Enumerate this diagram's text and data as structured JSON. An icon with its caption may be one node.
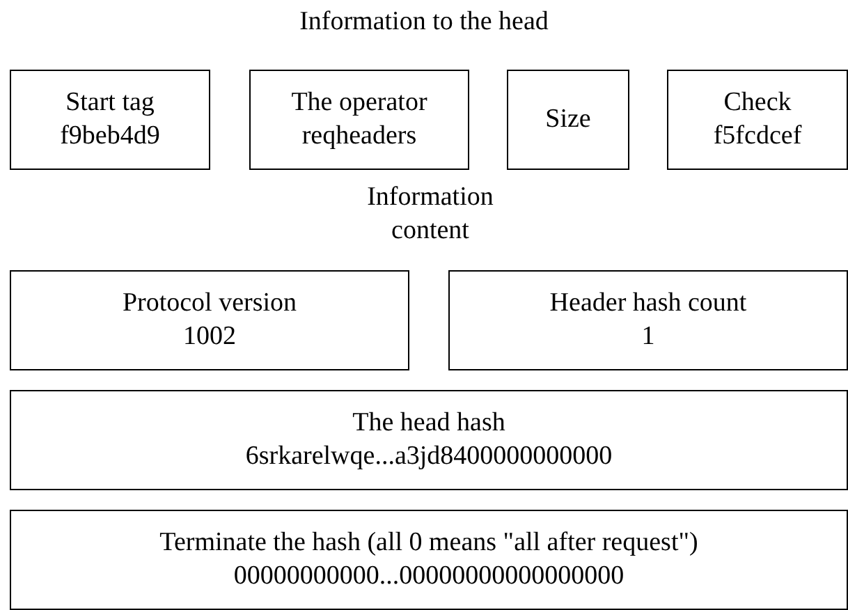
{
  "diagram": {
    "title": "Information to the head",
    "nodes": [
      {
        "text": [
          "Start tag",
          "f9beb4d9"
        ]
      },
      {
        "text": [
          "The operator",
          "reqheaders"
        ]
      },
      {
        "text": [
          "Size"
        ]
      },
      {
        "text": [
          "Check",
          "f5fcdcef"
        ]
      },
      {
        "text": [
          "Protocol version",
          "1002"
        ]
      },
      {
        "text": [
          "Header hash count",
          "1"
        ]
      },
      {
        "text": [
          "The head hash",
          "6srkarelwqe...a3jd8400000000000"
        ]
      },
      {
        "text": [
          "Terminate the hash (all 0 means \"all after request\")",
          "00000000000...00000000000000000"
        ]
      }
    ],
    "edges": [],
    "labels": [
      "Information content"
    ]
  }
}
